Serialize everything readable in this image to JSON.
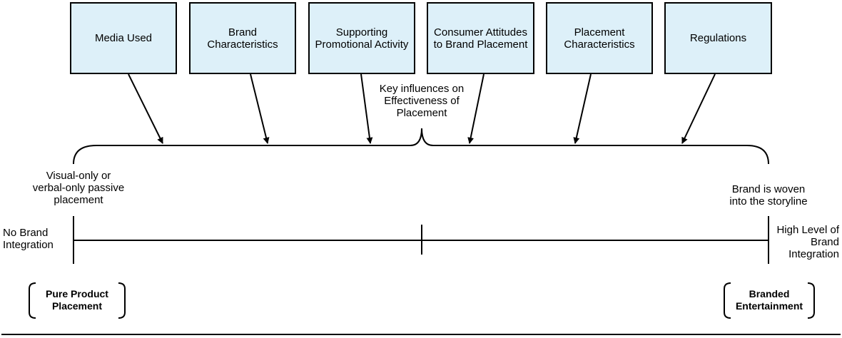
{
  "influences": [
    "Media Used",
    "Brand Characteristics",
    "Supporting Promotional Activity",
    "Consumer Attitudes to Brand Placement",
    "Placement Characteristics",
    "Regulations"
  ],
  "center_caption": "Key influences on Effectiveness of Placement",
  "left_top_note": "Visual-only or verbal-only passive placement",
  "right_top_note": "Brand is woven into the storyline",
  "left_end_label": "No Brand Integration",
  "right_end_label": "High Level of Brand Integration",
  "left_category": "Pure Product Placement",
  "right_category": "Branded Entertainment"
}
